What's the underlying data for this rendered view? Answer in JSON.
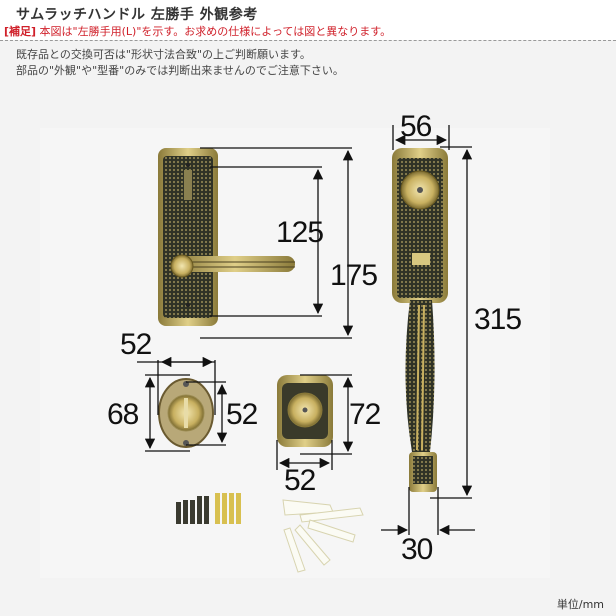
{
  "header": {
    "title": "サムラッチハンドル 左勝手 外観参考",
    "note_tag": "[補足]",
    "note_text": " 本図は\"左勝手用(L)\"を示す。お求めの仕様によっては図と異なります。"
  },
  "description": {
    "line1": "既存品との交換可否は\"形状寸法合致\"の上ご判断願います。",
    "line2": "部品の\"外観\"や\"型番\"のみでは判断出来ませんのでご注意下さい。"
  },
  "dimensions": {
    "lever_plate_inner_height": "125",
    "lever_plate_outer_height": "175",
    "grip_plate_width": "56",
    "grip_total_height": "315",
    "grip_bottom_width": "30",
    "thumbturn_width": "52",
    "thumbturn_height": "68",
    "thumbturn_inner_height": "52",
    "cylinder_height": "72",
    "cylinder_width": "52"
  },
  "footer": {
    "unit": "単位/mm"
  },
  "colors": {
    "note_red": "#d0202a",
    "brass": "#b8a050",
    "dark_bronze": "#2f3226"
  }
}
